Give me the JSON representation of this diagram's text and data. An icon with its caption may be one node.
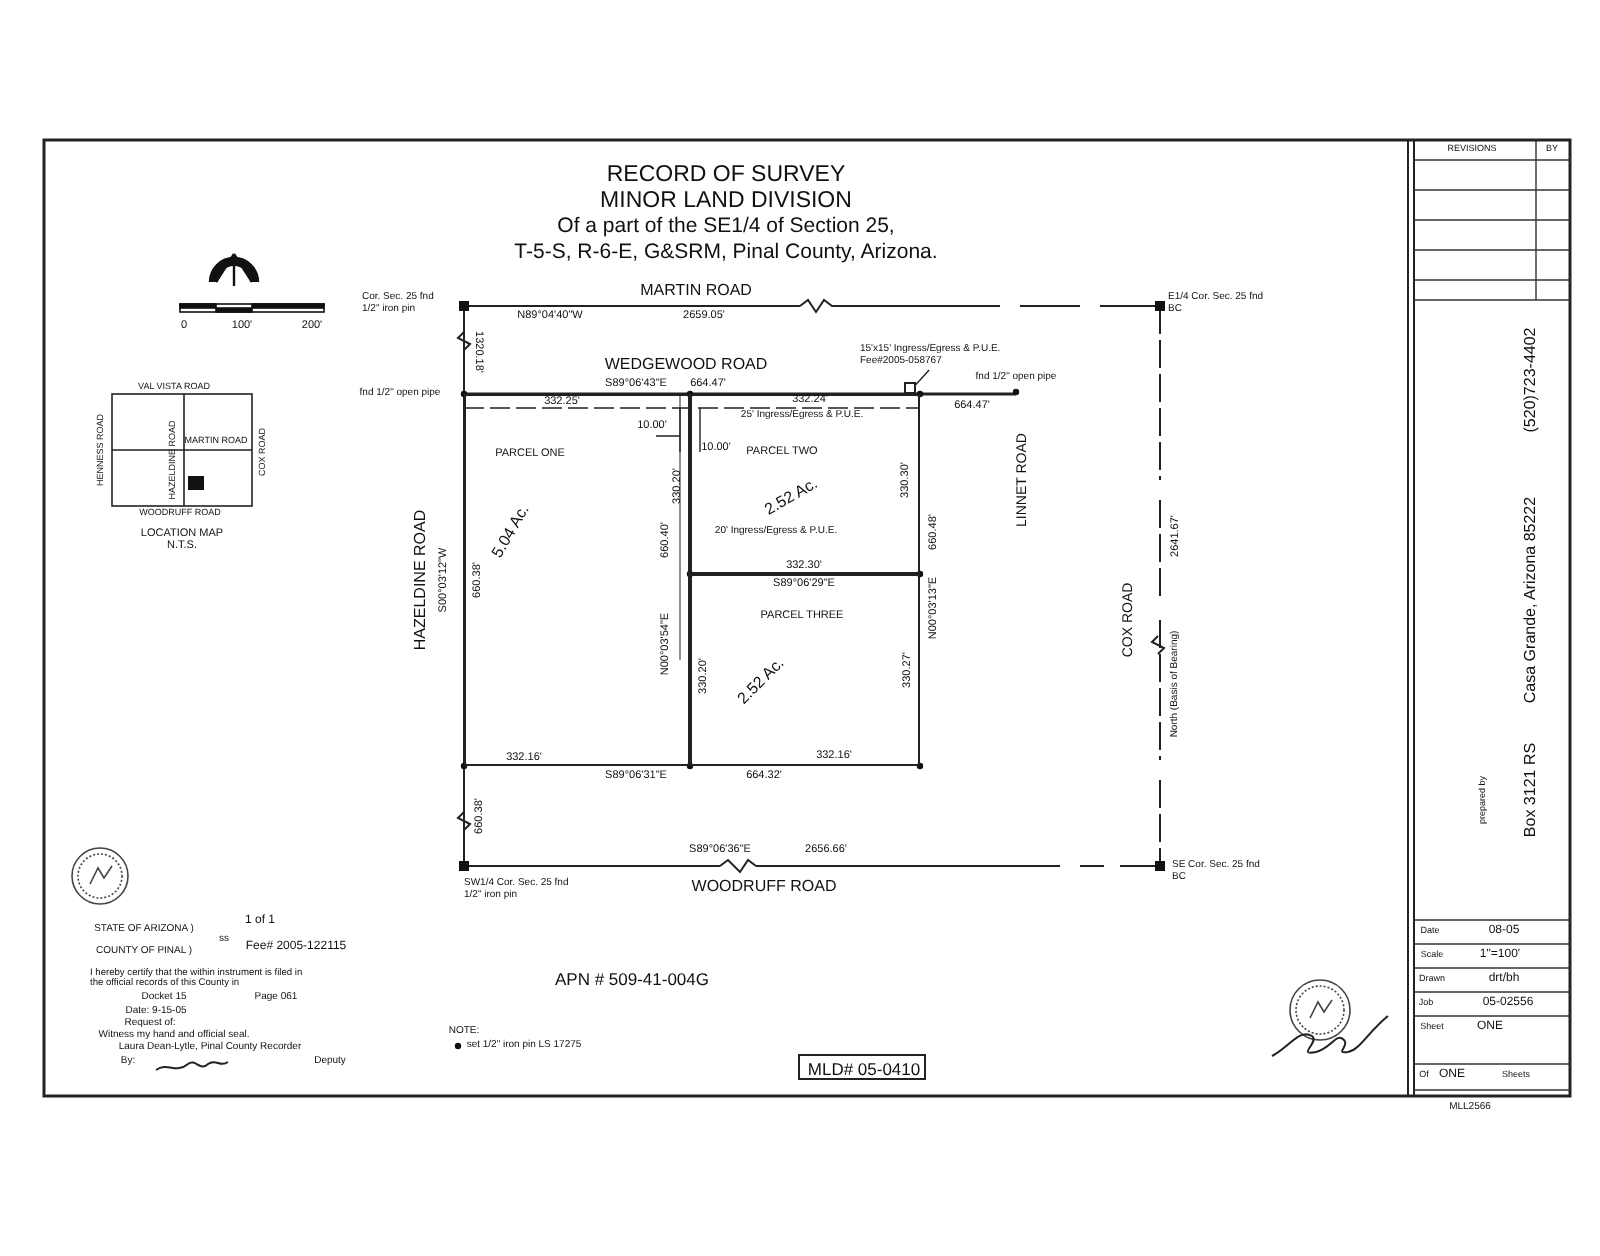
{
  "diagram": {
    "title": "RECORD OF SURVEY",
    "nodes": [
      {
        "text": [
          "PARCEL ONE",
          "5.04 Ac."
        ]
      },
      {
        "text": [
          "PARCEL TWO",
          "2.52 Ac."
        ]
      },
      {
        "text": [
          "PARCEL THREE",
          "2.52 Ac."
        ]
      },
      {
        "text": [
          "VAL VISTA ROAD",
          "HENNESS ROAD",
          "HAZELDINE ROAD",
          "MARTIN ROAD",
          "COX ROAD",
          "WOODRUFF ROAD"
        ],
        "beside": [
          "LOCATION MAP N.T.S."
        ]
      },
      {
        "text": [
          "15'x15' Ingress/Egress & P.U.E. Fee#2005-058767"
        ]
      },
      {
        "text": [],
        "shape": "box"
      },
      {
        "text": [
          "MLD# 05-0410"
        ]
      }
    ],
    "edges": [
      {
        "from": 4,
        "to": 5,
        "arrow": "none"
      }
    ],
    "labels": [
      "MINOR LAND DIVISION",
      "Of a part of the SE1/4 of Section 25,",
      "T-5-S, R-6-E, G&SRM, Pinal County, Arizona.",
      "0",
      "100'",
      "200'",
      "Cor. Sec. 25 fnd 1/2\" iron pin",
      "MARTIN ROAD",
      "N89°04'40\"W",
      "2659.05'",
      "E1/4 Cor. Sec. 25 fnd BC",
      "1320.18'",
      "WEDGEWOOD ROAD",
      "S89°06'43\"E",
      "664.47'",
      "fnd 1/2\" open pipe",
      "332.25'",
      "332.24'",
      "25' Ingress/Egress & P.U.E.",
      "10.00'",
      "10.00'",
      "fnd 1/2\" open pipe",
      "664.47'",
      "LINNET ROAD",
      "HAZELDINE ROAD",
      "S00°03'12\"W",
      "660.38'",
      "330.20'",
      "660.40'",
      "N00°03'54\"E",
      "20' Ingress/Egress & P.U.E.",
      "330.30'",
      "660.48'",
      "N00°03'13\"E",
      "332.30'",
      "S89°06'29\"E",
      "330.20'",
      "330.27'",
      "COX ROAD",
      "2641.67'",
      "North (Basis of Bearing)",
      "332.16'",
      "332.16'",
      "S89°06'31\"E",
      "664.32'",
      "660.38'",
      "SW1/4 Cor. Sec. 25 fnd 1/2\" iron pin",
      "S89°06'36\"E",
      "2656.66'",
      "SE Cor. Sec. 25 fnd BC",
      "WOODRUFF ROAD",
      "APN # 509-41-004G",
      "NOTE:",
      "set 1/2\" iron pin LS 17275",
      "STATE OF ARIZONA )",
      "1 of 1",
      "ss",
      "COUNTY OF PINAL )",
      "Fee# 2005-122115",
      "I hereby certify that the within instrument is filed in the official records of this County in",
      "Docket 15",
      "Page 061",
      "Date: 9-15-05",
      "Request of:",
      "Witness my hand and official seal.",
      "Laura Dean-Lytle, Pinal County Recorder",
      "By:",
      "Deputy",
      "REVISIONS",
      "BY",
      "prepared by",
      "(520)723-4402",
      "Casa Grande, Arizona 85222",
      "Box 3121 RS",
      "Date",
      "08-05",
      "Scale",
      "1\"=100'",
      "Drawn",
      "drt/bh",
      "Job",
      "05-02556",
      "Sheet",
      "ONE",
      "Of",
      "ONE",
      "Sheets",
      "MLL2566"
    ]
  }
}
